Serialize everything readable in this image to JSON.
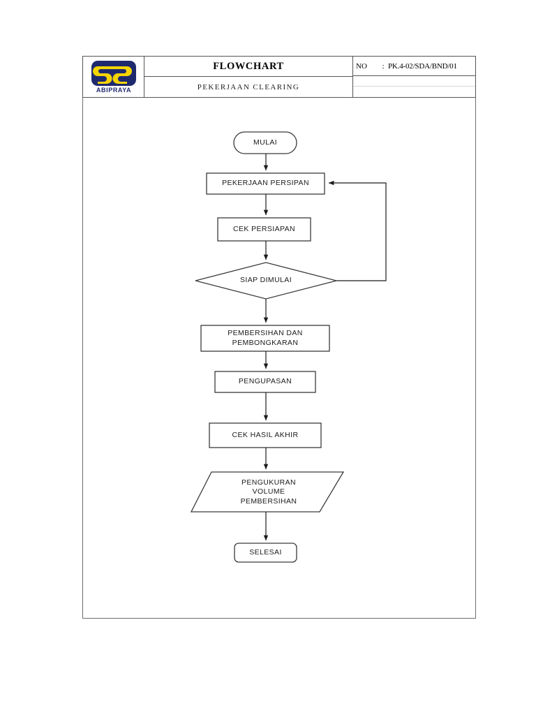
{
  "document": {
    "header": {
      "logo_name": "abipraya-logo",
      "logo_text": "ABIPRAYA",
      "title": "FLOWCHART",
      "subtitle": "PEKERJAAN  CLEARING",
      "no_label": "NO",
      "no_colon": ":",
      "no_value": "PK.4-02/SDA/BND/01"
    }
  },
  "flowchart": {
    "nodes": [
      {
        "id": "mulai",
        "type": "terminator",
        "label": "MULAI"
      },
      {
        "id": "persipan",
        "type": "process",
        "label": "PEKERJAAN PERSIPAN"
      },
      {
        "id": "cek-persiapan",
        "type": "process",
        "label": "CEK PERSIAPAN"
      },
      {
        "id": "siap-dimulai",
        "type": "decision",
        "label": "SIAP DIMULAI"
      },
      {
        "id": "pembersihan",
        "type": "process",
        "label": "PEMBERSIHAN DAN\nPEMBONGKARAN"
      },
      {
        "id": "pengupasan",
        "type": "process",
        "label": "PENGUPASAN"
      },
      {
        "id": "cek-hasil",
        "type": "process",
        "label": "CEK HASIL AKHIR"
      },
      {
        "id": "pengukuran",
        "type": "data",
        "label": "PENGUKURAN\nVOLUME\nPEMBERSIHAN"
      },
      {
        "id": "selesai",
        "type": "terminator",
        "label": "SELESAI"
      }
    ],
    "edges": [
      {
        "from": "mulai",
        "to": "persipan",
        "kind": "straight-down"
      },
      {
        "from": "persipan",
        "to": "cek-persiapan",
        "kind": "straight-down"
      },
      {
        "from": "cek-persiapan",
        "to": "siap-dimulai",
        "kind": "straight-down"
      },
      {
        "from": "siap-dimulai",
        "to": "pembersihan",
        "kind": "straight-down"
      },
      {
        "from": "siap-dimulai",
        "to": "persipan",
        "kind": "feedback-right-loop"
      },
      {
        "from": "pembersihan",
        "to": "pengupasan",
        "kind": "straight-down"
      },
      {
        "from": "pengupasan",
        "to": "cek-hasil",
        "kind": "straight-down"
      },
      {
        "from": "cek-hasil",
        "to": "pengukuran",
        "kind": "straight-down"
      },
      {
        "from": "pengukuran",
        "to": "selesai",
        "kind": "straight-down"
      }
    ]
  },
  "colors": {
    "logo_navy": "#1f2a6e",
    "logo_yellow": "#f5d400",
    "shape_stroke": "#3a3a3a",
    "frame_stroke": "#6f6f6f",
    "text": "#1a1a1a",
    "page_background": "#ffffff"
  }
}
